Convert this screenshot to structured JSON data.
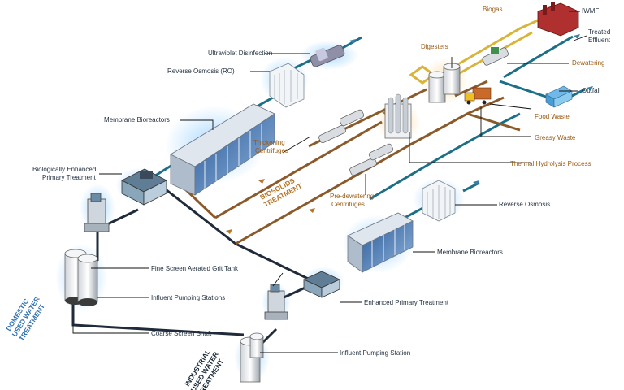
{
  "labels": {
    "ultraviolet": "Ultraviolet Disinfection",
    "ro_top": "Reverse Osmosis (RO)",
    "mbr_top": "Membrane Bioreactors",
    "bept_1": "Biologically Enhanced",
    "bept_2": "Primary Treatment",
    "fine_screen": "Fine Screen Aerated Grit Tank",
    "influent_stations": "Influent Pumping Stations",
    "coarse_screen": "Coarse Screen Shaft",
    "biogas": "Biogas",
    "iwmf": "IWMF",
    "treated_1": "Treated",
    "treated_2": "Effluent",
    "digesters": "Digesters",
    "dewatering": "Dewatering",
    "outfall": "Outfall",
    "food_waste": "Food Waste",
    "greasy_waste": "Greasy Waste",
    "thermal": "Thermal Hydrolysis Process",
    "thick_1": "Thickening",
    "thick_2": "Centrifuges",
    "biosolids_1": "BIOSOLIDS",
    "biosolids_2": "TREATMENT",
    "predew_1": "Pre-dewatering",
    "predew_2": "Centrifuges",
    "ro_bottom": "Reverse Osmosis",
    "mbr_bottom": "Membrane Bioreactors",
    "ept": "Enhanced Primary Treatment",
    "influent_station": "Influent Pumping Station",
    "domestic_1": "DOMESTIC",
    "domestic_2": "USED WATER",
    "domestic_3": "TREATMENT",
    "industrial_1": "INDUSTRIAL",
    "industrial_2": "USED WATER",
    "industrial_3": "TREATMENT"
  },
  "colors": {
    "water_pipe": "#1c6f86",
    "sludge_pipe": "#8a5a2b",
    "biogas_pipe": "#d8b53a",
    "raw_pipe": "#1f2b3a",
    "label_orange": "#9a5a12",
    "domestic_text": "#2f6fb0",
    "industrial_text": "#1a2a3a",
    "iwmf": "#b03030"
  }
}
